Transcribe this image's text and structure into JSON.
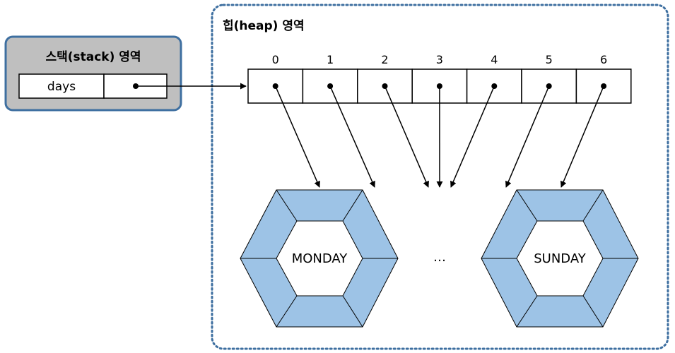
{
  "stack": {
    "title": "스택(stack) 영역",
    "variable": "days"
  },
  "heap": {
    "title": "힙(heap) 영역",
    "indices": [
      "0",
      "1",
      "2",
      "3",
      "4",
      "5",
      "6"
    ],
    "objects": {
      "first": "MONDAY",
      "ellipsis": "…",
      "last": "SUNDAY"
    }
  },
  "colors": {
    "stack_fill": "#bfbfbf",
    "border_blue": "#3e6fa0",
    "hex_fill": "#9dc3e6",
    "line": "#000000"
  }
}
